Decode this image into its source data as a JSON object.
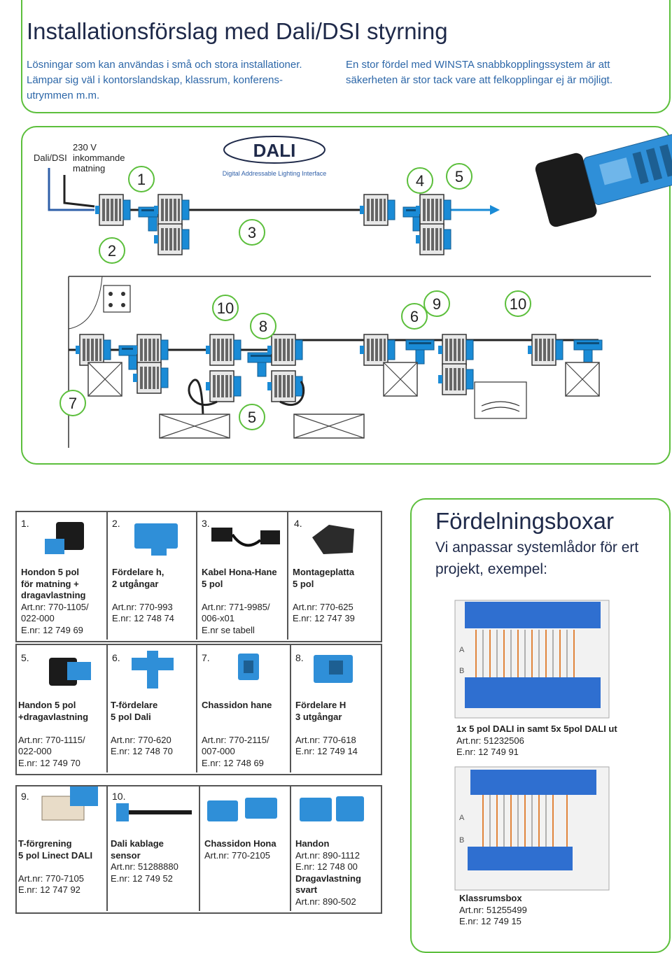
{
  "header": {
    "title": "Installationsförslag med Dali/DSI styrning",
    "intro_left": "Lösningar som kan användas i små och stora installationer. Lämpar sig väl i kontorslandskap, klassrum, konferens-utrymmen m.m.",
    "intro_right": "En stor fördel med WINSTA snabbkopplingssystem är att säkerheten är stor tack vare att felkopplingar ej är möjligt."
  },
  "diagram": {
    "label_dali_dsi": "Dali/DSI",
    "label_230v": "230 V",
    "label_inkommande": "inkommande",
    "label_matning": "matning",
    "logo_text": "DALI",
    "logo_sub": "Digital Addressable Lighting Interface",
    "callouts": {
      "n1": "1",
      "n2": "2",
      "n3": "3",
      "n4": "4",
      "n5_top": "5",
      "n10_left": "10",
      "n8": "8",
      "n6": "6",
      "n9": "9",
      "n10_right": "10",
      "n7": "7",
      "n5_bottom": "5"
    }
  },
  "catalog": {
    "items": [
      {
        "num": "1.",
        "name": [
          "Hondon 5 pol",
          "för matning +",
          "dragavlastning"
        ],
        "details": [
          "Art.nr: 770-1105/",
          "022-000",
          "E.nr: 12 749 69"
        ]
      },
      {
        "num": "2.",
        "name": [
          "Fördelare h,",
          "2 utgångar"
        ],
        "details": [
          "Art.nr: 770-993",
          "E.nr: 12 748 74"
        ]
      },
      {
        "num": "3.",
        "name": [
          "Kabel Hona-Hane",
          "5 pol"
        ],
        "details": [
          "Art.nr: 771-9985/",
          "006-x01",
          "E.nr se tabell"
        ]
      },
      {
        "num": "4.",
        "name": [
          "Montageplatta",
          "5 pol"
        ],
        "details": [
          "Art.nr: 770-625",
          "E.nr: 12 747 39"
        ]
      },
      {
        "num": "5.",
        "name": [
          "Handon 5 pol",
          "+dragavlastning"
        ],
        "details": [
          "Art.nr: 770-1115/",
          "022-000",
          "E.nr: 12 749 70"
        ]
      },
      {
        "num": "6.",
        "name": [
          "T-fördelare",
          "5 pol Dali"
        ],
        "details": [
          "Art.nr: 770-620",
          "E.nr: 12 748 70"
        ]
      },
      {
        "num": "7.",
        "name": [
          "Chassidon hane"
        ],
        "details": [
          "Art.nr: 770-2115/",
          "007-000",
          "E.nr: 12 748 69"
        ]
      },
      {
        "num": "8.",
        "name": [
          "Fördelare H",
          "3 utgångar"
        ],
        "details": [
          "Art.nr: 770-618",
          "E.nr: 12 749 14"
        ]
      },
      {
        "num": "9.",
        "name": [
          "T-förgrening",
          "5 pol Linect DALI"
        ],
        "details": [
          "Art.nr: 770-7105",
          "E.nr: 12 747 92"
        ]
      },
      {
        "num": "10.",
        "name": [
          "Dali kablage",
          "sensor"
        ],
        "details": [
          "Art.nr: 51288880",
          "E.nr: 12 749 52"
        ]
      },
      {
        "num": "",
        "name": [
          "Chassidon Hona"
        ],
        "details": [
          "Art.nr: 770-2105"
        ]
      },
      {
        "num": "",
        "name": [
          "Handon"
        ],
        "details": [
          "Art.nr: 890-1112",
          "E.nr: 12 748 00"
        ],
        "name2": [
          "Dragavlastning",
          "svart"
        ],
        "details2": [
          "Art.nr: 890-502"
        ]
      }
    ]
  },
  "fordelningsboxar": {
    "title": "Fördelningsboxar",
    "subtitle": "Vi anpassar systemlådor för ert projekt, exempel:",
    "box1": {
      "name": "1x 5 pol DALI in samt 5x 5pol DALI ut",
      "art": "Art.nr: 51232506",
      "enr": "E.nr: 12 749 91"
    },
    "box2": {
      "name": "Klassrumsbox",
      "art": "Art.nr: 51255499",
      "enr": "E.nr: 12 749 15"
    },
    "label_a": "A",
    "label_b": "B"
  },
  "colors": {
    "accent_green": "#5cbf3c",
    "connector_blue": "#2f8fd8",
    "title_navy": "#1f2a4a",
    "text_blue": "#2d67a8"
  }
}
